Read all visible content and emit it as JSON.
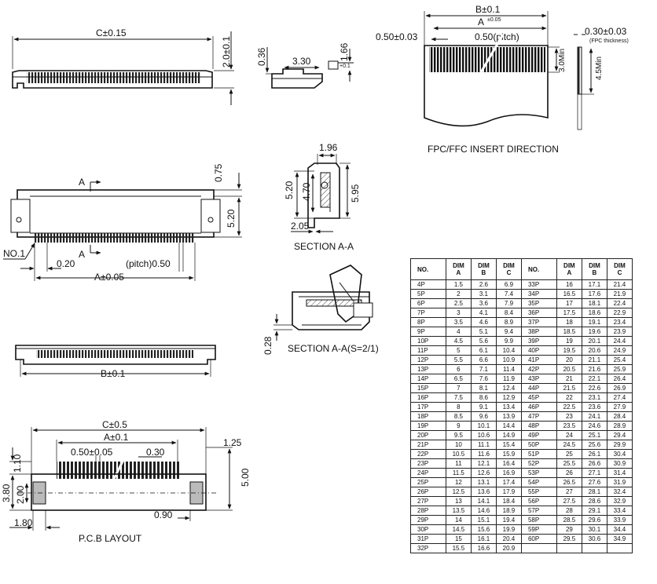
{
  "top_front": {
    "width_label": "C±0.15",
    "height_label": "2.0±0.1"
  },
  "top_side": {
    "label_036": "0.36",
    "label_330": "3.30",
    "label_166": "1.66",
    "label_tol": "+0.1"
  },
  "fpc": {
    "b_label": "B±0.1",
    "a_label": "A",
    "a_tol": "±0.05",
    "left_label": "0.50±0.03",
    "pitch_label": "0.50(pitch)",
    "thick_label": "0.30±0.03",
    "thick_note": "(FPC thickness)",
    "min30": "3.0Min",
    "min45": "4.5Min",
    "caption": "FPC/FFC INSERT DIRECTION"
  },
  "plan_view": {
    "a_mark_top": "A",
    "a_mark_bottom": "A",
    "dim_075": "0.75",
    "dim_520": "5.20",
    "no1": "NO.1",
    "dim_020": "0.20",
    "pitch": "(pitch)0.50",
    "a_dim": "A±0.05"
  },
  "section_aa": {
    "dim_196": "1.96",
    "dim_470": "4.70",
    "dim_520": "5.20",
    "dim_595": "5.95",
    "dim_205": "2.05",
    "caption": "SECTION A-A"
  },
  "section_aa2": {
    "dim_028": "0.28",
    "caption": "SECTION  A-A(S=2/1)"
  },
  "bottom_view": {
    "b_label": "B±0.1"
  },
  "pcb": {
    "c_label": "C±0.5",
    "a_label": "A±0.1",
    "pitch": "0.50±0.05",
    "dim_030": "0.30",
    "dim_125": "1.25",
    "dim_110": "1.10",
    "dim_380": "3.80",
    "dim_200": "2.00",
    "dim_500": "5.00",
    "dim_090": "0.90",
    "dim_180": "1.80",
    "caption": "P.C.B LAYOUT"
  },
  "table": {
    "headers": [
      "NO.",
      "DIM\nA",
      "DIM\nB",
      "DIM\nC",
      "NO.",
      "DIM\nA",
      "DIM\nB",
      "DIM\nC"
    ],
    "rows": [
      [
        "4P",
        "1.5",
        "2.6",
        "6.9",
        "33P",
        "16",
        "17.1",
        "21.4"
      ],
      [
        "5P",
        "2",
        "3.1",
        "7.4",
        "34P",
        "16.5",
        "17.6",
        "21.9"
      ],
      [
        "6P",
        "2.5",
        "3.6",
        "7.9",
        "35P",
        "17",
        "18.1",
        "22.4"
      ],
      [
        "7P",
        "3",
        "4.1",
        "8.4",
        "36P",
        "17.5",
        "18.6",
        "22.9"
      ],
      [
        "8P",
        "3.5",
        "4.6",
        "8.9",
        "37P",
        "18",
        "19.1",
        "23.4"
      ],
      [
        "9P",
        "4",
        "5.1",
        "9.4",
        "38P",
        "18.5",
        "19.6",
        "23.9"
      ],
      [
        "10P",
        "4.5",
        "5.6",
        "9.9",
        "39P",
        "19",
        "20.1",
        "24.4"
      ],
      [
        "11P",
        "5",
        "6.1",
        "10.4",
        "40P",
        "19.5",
        "20.6",
        "24.9"
      ],
      [
        "12P",
        "5.5",
        "6.6",
        "10.9",
        "41P",
        "20",
        "21.1",
        "25.4"
      ],
      [
        "13P",
        "6",
        "7.1",
        "11.4",
        "42P",
        "20.5",
        "21.6",
        "25.9"
      ],
      [
        "14P",
        "6.5",
        "7.6",
        "11.9",
        "43P",
        "21",
        "22.1",
        "26.4"
      ],
      [
        "15P",
        "7",
        "8.1",
        "12.4",
        "44P",
        "21.5",
        "22.6",
        "26.9"
      ],
      [
        "16P",
        "7.5",
        "8.6",
        "12.9",
        "45P",
        "22",
        "23.1",
        "27.4"
      ],
      [
        "17P",
        "8",
        "9.1",
        "13.4",
        "46P",
        "22.5",
        "23.6",
        "27.9"
      ],
      [
        "18P",
        "8.5",
        "9.6",
        "13.9",
        "47P",
        "23",
        "24.1",
        "28.4"
      ],
      [
        "19P",
        "9",
        "10.1",
        "14.4",
        "48P",
        "23.5",
        "24.6",
        "28.9"
      ],
      [
        "20P",
        "9.5",
        "10.6",
        "14.9",
        "49P",
        "24",
        "25.1",
        "29.4"
      ],
      [
        "21P",
        "10",
        "11.1",
        "15.4",
        "50P",
        "24.5",
        "25.6",
        "29.9"
      ],
      [
        "22P",
        "10.5",
        "11.6",
        "15.9",
        "51P",
        "25",
        "26.1",
        "30.4"
      ],
      [
        "23P",
        "11",
        "12.1",
        "16.4",
        "52P",
        "25.5",
        "26.6",
        "30.9"
      ],
      [
        "24P",
        "11.5",
        "12.6",
        "16.9",
        "53P",
        "26",
        "27.1",
        "31.4"
      ],
      [
        "25P",
        "12",
        "13.1",
        "17.4",
        "54P",
        "26.5",
        "27.6",
        "31.9"
      ],
      [
        "26P",
        "12.5",
        "13.6",
        "17.9",
        "55P",
        "27",
        "28.1",
        "32.4"
      ],
      [
        "27P",
        "13",
        "14.1",
        "18.4",
        "56P",
        "27.5",
        "28.6",
        "32.9"
      ],
      [
        "28P",
        "13.5",
        "14.6",
        "18.9",
        "57P",
        "28",
        "29.1",
        "33.4"
      ],
      [
        "29P",
        "14",
        "15.1",
        "19.4",
        "58P",
        "28.5",
        "29.6",
        "33.9"
      ],
      [
        "30P",
        "14.5",
        "15.6",
        "19.9",
        "59P",
        "29",
        "30.1",
        "34.4"
      ],
      [
        "31P",
        "15",
        "16.1",
        "20.4",
        "60P",
        "29.5",
        "30.6",
        "34.9"
      ],
      [
        "32P",
        "15.5",
        "16.6",
        "20.9",
        "",
        "",
        "",
        ""
      ]
    ]
  }
}
